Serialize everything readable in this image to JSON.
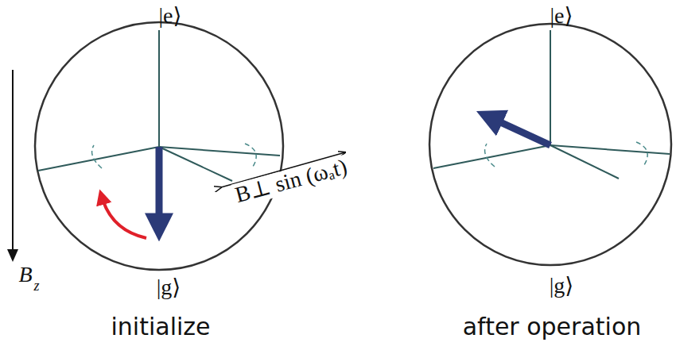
{
  "diagram": {
    "labels": [
      "|e⟩",
      "|g⟩",
      "|e⟩",
      "|g⟩",
      "B",
      "z",
      "B⊥ sin (ωₐt)",
      "initialize",
      "after operation"
    ]
  }
}
